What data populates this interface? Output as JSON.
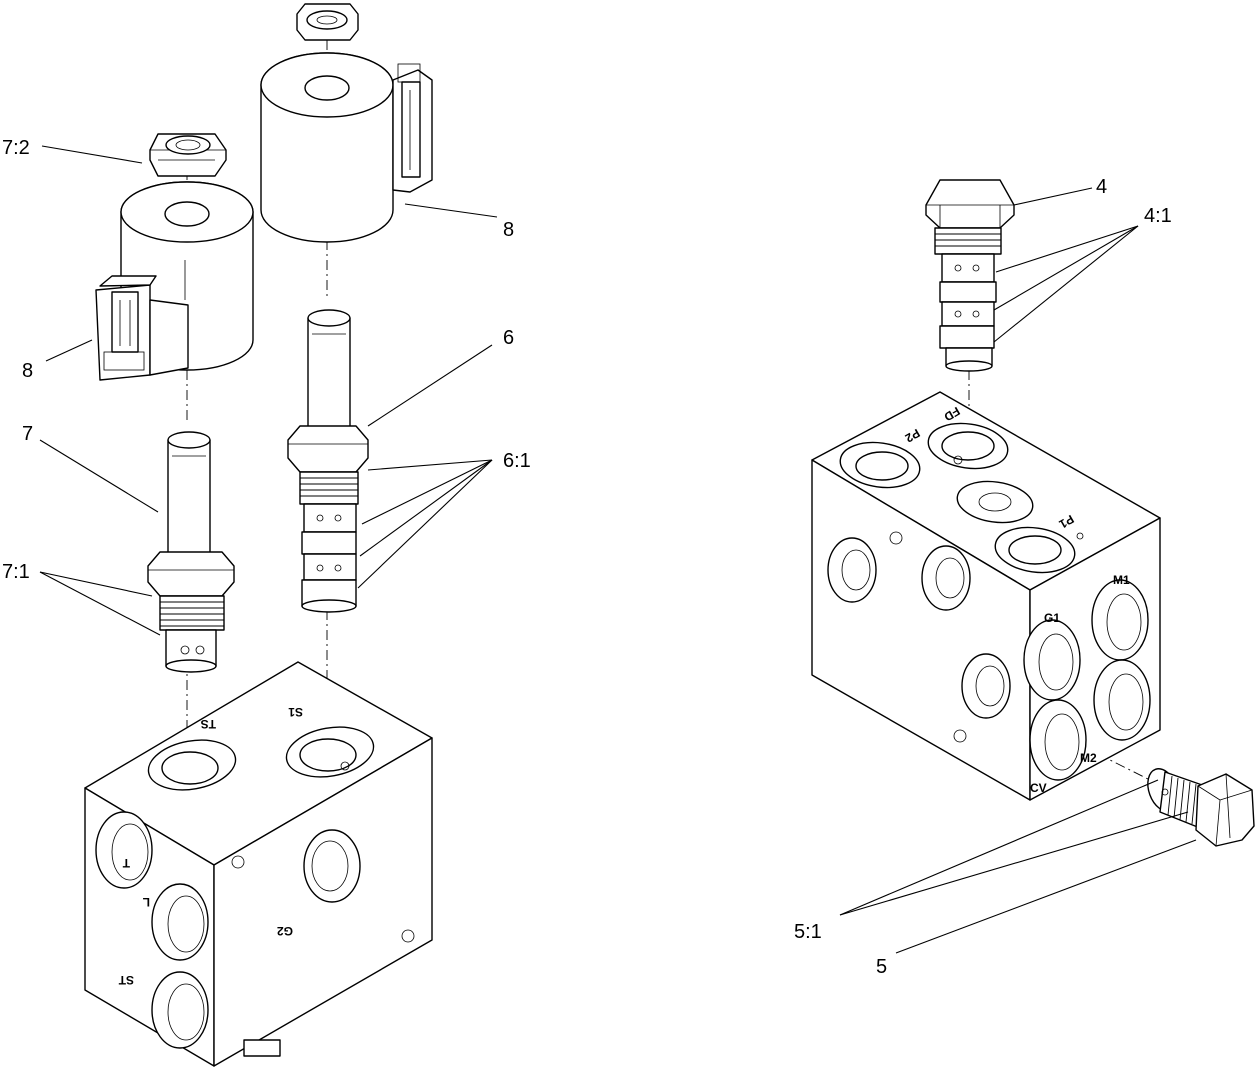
{
  "callouts": {
    "c7_2": "7:2",
    "c8_left": "8",
    "c8_right": "8",
    "c6": "6",
    "c6_1": "6:1",
    "c7": "7",
    "c7_1": "7:1",
    "c4": "4",
    "c4_1": "4:1",
    "c5_1": "5:1",
    "c5": "5"
  },
  "port_labels": {
    "left_block": {
      "ts": "TS",
      "s1": "S1",
      "t": "T",
      "l": "L",
      "g2": "G2",
      "st": "ST"
    },
    "right_block": {
      "p2": "P2",
      "fd": "FD",
      "p1": "P1",
      "m1": "M1",
      "g1": "G1",
      "m2": "M2",
      "cv": "CV"
    }
  }
}
